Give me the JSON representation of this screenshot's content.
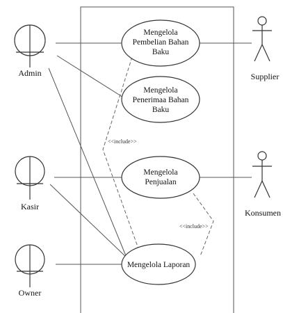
{
  "actors": {
    "admin": "Admin",
    "kasir": "Kasir",
    "owner": "Owner",
    "supplier": "Supplier",
    "konsumen": "Konsumen"
  },
  "use_cases": {
    "pembelian": [
      "Mengelola",
      "Pembelian Bahan",
      "Baku"
    ],
    "penerimaan": [
      "Mengelola",
      "Penerimaa Bahan",
      "Baku"
    ],
    "penjualan": [
      "Mengelola",
      "Penjualan"
    ],
    "laporan": [
      "Mengelola Laporan"
    ]
  },
  "relations": {
    "include_1": "<<include>>",
    "include_2": "<<include>>"
  }
}
